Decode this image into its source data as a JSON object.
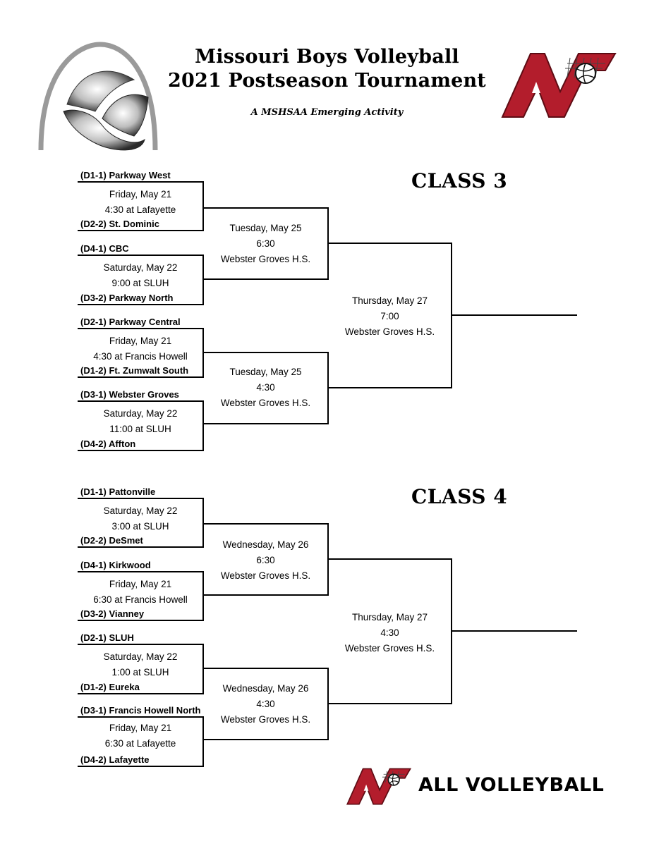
{
  "header": {
    "title_line1": "Missouri Boys Volleyball",
    "title_line2": "2021 Postseason Tournament",
    "subtitle": "A MSHSAA Emerging Activity"
  },
  "brand": {
    "name": "ALL VOLLEYBALL",
    "logo_letters": "AV",
    "accent_color": "#b31d2c"
  },
  "class3": {
    "heading": "CLASS 3",
    "round1": [
      {
        "top": "(D1-1) Parkway West",
        "bottom": "(D2-2) St. Dominic",
        "day": "Friday, May 21",
        "time_site": "4:30 at Lafayette"
      },
      {
        "top": "(D4-1) CBC",
        "bottom": "(D3-2) Parkway North",
        "day": "Saturday, May 22",
        "time_site": "9:00 at SLUH"
      },
      {
        "top": "(D2-1) Parkway Central",
        "bottom": "(D1-2) Ft. Zumwalt South",
        "day": "Friday, May 21",
        "time_site": "4:30 at Francis Howell"
      },
      {
        "top": "(D3-1) Webster Groves",
        "bottom": "(D4-2) Affton",
        "day": "Saturday, May 22",
        "time_site": "11:00 at SLUH"
      }
    ],
    "semis": [
      {
        "day": "Tuesday, May 25",
        "time": "6:30",
        "site": "Webster Groves H.S."
      },
      {
        "day": "Tuesday, May 25",
        "time": "4:30",
        "site": "Webster Groves H.S."
      }
    ],
    "final": {
      "day": "Thursday, May 27",
      "time": "7:00",
      "site": "Webster Groves H.S."
    }
  },
  "class4": {
    "heading": "CLASS 4",
    "round1": [
      {
        "top": "(D1-1) Pattonville",
        "bottom": "(D2-2) DeSmet",
        "day": "Saturday, May 22",
        "time_site": "3:00 at SLUH"
      },
      {
        "top": "(D4-1) Kirkwood",
        "bottom": "(D3-2) Vianney",
        "day": "Friday, May 21",
        "time_site": "6:30 at Francis Howell"
      },
      {
        "top": "(D2-1) SLUH",
        "bottom": "(D1-2) Eureka",
        "day": "Saturday, May 22",
        "time_site": "1:00 at SLUH"
      },
      {
        "top": "(D3-1) Francis Howell North",
        "bottom": "(D4-2) Lafayette",
        "day": "Friday, May 21",
        "time_site": "6:30 at Lafayette"
      }
    ],
    "semis": [
      {
        "day": "Wednesday, May 26",
        "time": "6:30",
        "site": "Webster Groves H.S."
      },
      {
        "day": "Wednesday, May 26",
        "time": "4:30",
        "site": "Webster Groves H.S."
      }
    ],
    "final": {
      "day": "Thursday, May 27",
      "time": "4:30",
      "site": "Webster Groves H.S."
    }
  }
}
